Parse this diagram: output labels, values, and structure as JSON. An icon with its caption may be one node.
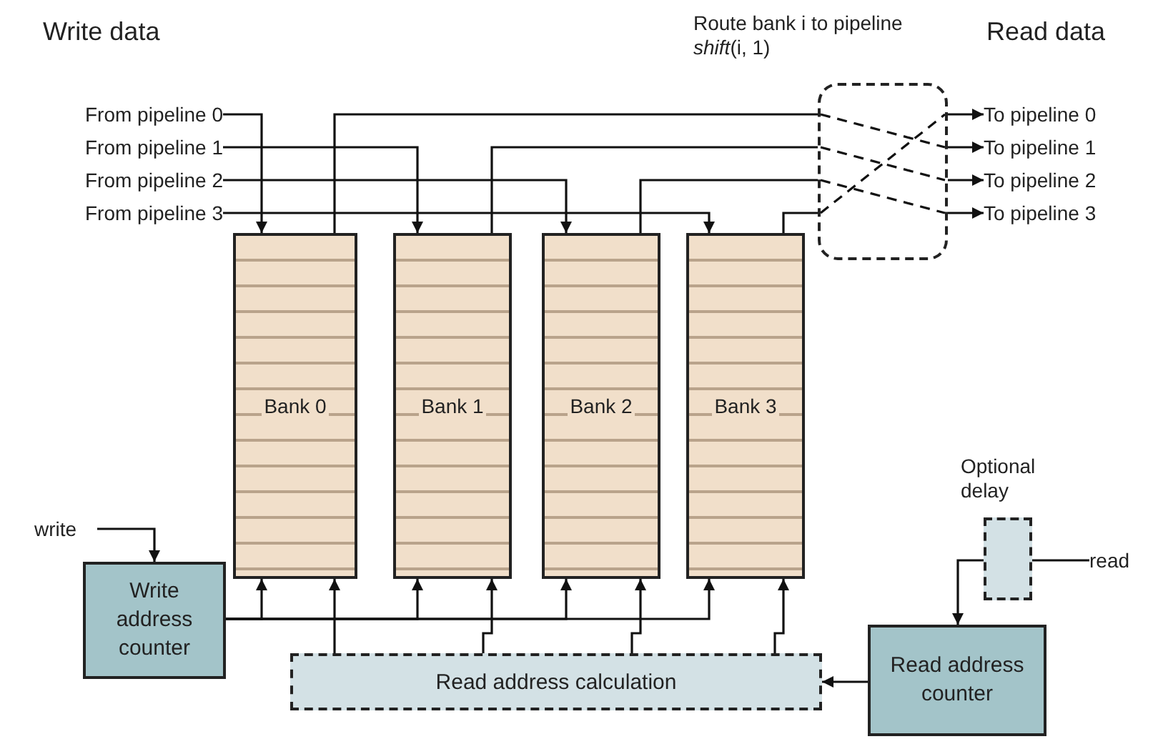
{
  "diagram": {
    "nodes": [
      {
        "text": [
          "From pipeline 0"
        ]
      },
      {
        "text": [
          "From pipeline 1"
        ]
      },
      {
        "text": [
          "From pipeline 2"
        ]
      },
      {
        "text": [
          "From pipeline 3"
        ]
      },
      {
        "text": [
          "Route bank i to pipeline *shift*(i, 1)"
        ]
      },
      {
        "text": [
          "To pipeline 0"
        ]
      },
      {
        "text": [
          "To pipeline 1"
        ]
      },
      {
        "text": [
          "To pipeline 2"
        ]
      },
      {
        "text": [
          "To pipeline 3"
        ]
      },
      {
        "text": [
          "Bank 0"
        ]
      },
      {
        "text": [
          "Bank 1"
        ]
      },
      {
        "text": [
          "Bank 2"
        ]
      },
      {
        "text": [
          "Bank 3"
        ]
      },
      {
        "text": [
          "write"
        ]
      },
      {
        "text": [
          "Write address counter"
        ]
      },
      {
        "text": [
          "Optional delay"
        ]
      },
      {
        "text": [
          "read"
        ]
      },
      {
        "text": [
          "Read address calculation"
        ]
      },
      {
        "text": [
          "Read address counter"
        ]
      }
    ],
    "edges": [
      {
        "from": 0,
        "to": 9,
        "arrow": "to"
      },
      {
        "from": 1,
        "to": 10,
        "arrow": "to"
      },
      {
        "from": 2,
        "to": 11,
        "arrow": "to"
      },
      {
        "from": 3,
        "to": 12,
        "arrow": "to"
      },
      {
        "from": 9,
        "to": 4,
        "arrow": "none"
      },
      {
        "from": 10,
        "to": 4,
        "arrow": "none"
      },
      {
        "from": 11,
        "to": 4,
        "arrow": "none"
      },
      {
        "from": 12,
        "to": 4,
        "arrow": "none"
      },
      {
        "from": 4,
        "to": 5,
        "arrow": "to"
      },
      {
        "from": 4,
        "to": 6,
        "arrow": "to"
      },
      {
        "from": 4,
        "to": 7,
        "arrow": "to"
      },
      {
        "from": 4,
        "to": 8,
        "arrow": "to"
      },
      {
        "from": 13,
        "to": 14,
        "arrow": "to"
      },
      {
        "from": 14,
        "to": 9,
        "arrow": "to"
      },
      {
        "from": 14,
        "to": 10,
        "arrow": "to"
      },
      {
        "from": 14,
        "to": 11,
        "arrow": "to"
      },
      {
        "from": 14,
        "to": 12,
        "arrow": "to"
      },
      {
        "from": 17,
        "to": 9,
        "arrow": "to"
      },
      {
        "from": 17,
        "to": 10,
        "arrow": "to"
      },
      {
        "from": 17,
        "to": 11,
        "arrow": "to"
      },
      {
        "from": 17,
        "to": 12,
        "arrow": "to"
      },
      {
        "from": 16,
        "to": 15,
        "arrow": "none"
      },
      {
        "from": 15,
        "to": 18,
        "arrow": "to"
      },
      {
        "from": 18,
        "to": 17,
        "arrow": "to"
      }
    ],
    "labels": [
      "Write data",
      "Read data"
    ]
  }
}
